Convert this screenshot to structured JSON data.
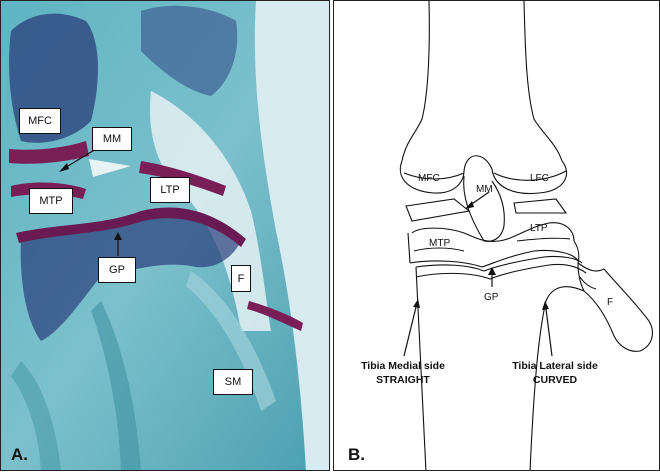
{
  "panel_a": {
    "letter": "A.",
    "labels": {
      "mfc": "MFC",
      "mm": "MM",
      "mtp": "MTP",
      "ltp": "LTP",
      "gp": "GP",
      "f": "F",
      "sm": "SM"
    }
  },
  "panel_b": {
    "letter": "B.",
    "labels": {
      "mfc": "MFC",
      "lfc": "LFC",
      "mm": "MM",
      "mtp": "MTP",
      "ltp": "LTP",
      "gp": "GP",
      "f": "F"
    },
    "medial": {
      "line1": "Tibia Medial side",
      "line2": "STRAIGHT"
    },
    "lateral": {
      "line1": "Tibia Lateral side",
      "line2": "CURVED"
    }
  },
  "colors": {
    "tissue_teal": "#4aa9b8",
    "tissue_light": "#cfe8ee",
    "cartilage_purple": "#7a1e58",
    "bone_navy": "#1d2f6b"
  }
}
